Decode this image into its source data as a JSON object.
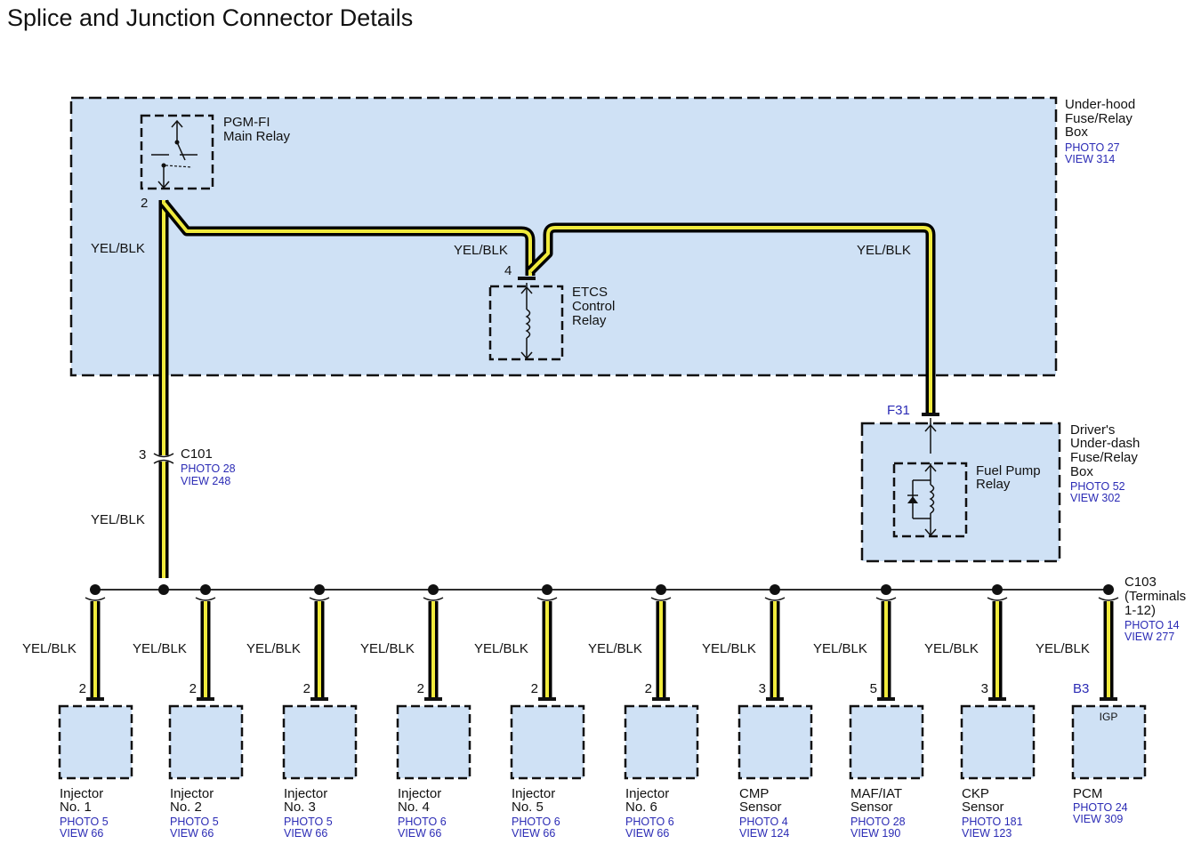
{
  "title": "Splice and Junction Connector Details",
  "colors": {
    "wire_outer": "#000000",
    "wire_fill": "#f0ea3c",
    "box_fill": "#cfe1f5",
    "ref_blue": "#2b2bb5"
  },
  "wire_label": "YEL/BLK",
  "underhood": {
    "name_lines": [
      "Under-hood",
      "Fuse/Relay",
      "Box"
    ],
    "photo": "PHOTO 27",
    "view": "VIEW 314"
  },
  "pgmfi": {
    "name_lines": [
      "PGM-FI",
      "Main Relay"
    ],
    "pin": "2"
  },
  "etcs": {
    "name_lines": [
      "ETCS",
      "Control",
      "Relay"
    ],
    "pin": "4"
  },
  "c101": {
    "name": "C101",
    "pin": "3",
    "photo": "PHOTO 28",
    "view": "VIEW 248"
  },
  "driver_box": {
    "name_lines": [
      "Driver's",
      "Under-dash",
      "Fuse/Relay",
      "Box"
    ],
    "photo": "PHOTO 52",
    "view": "VIEW 302",
    "fuse": "F31"
  },
  "fuel_pump": {
    "name_lines": [
      "Fuel Pump",
      "Relay"
    ]
  },
  "c103": {
    "name_lines": [
      "C103",
      "(Terminals",
      "1-12)"
    ],
    "photo": "PHOTO 14",
    "view": "VIEW 277"
  },
  "components": [
    {
      "name1": "Injector",
      "name2": "No. 1",
      "photo": "PHOTO 5",
      "view": "VIEW 66",
      "pin": "2"
    },
    {
      "name1": "Injector",
      "name2": "No. 2",
      "photo": "PHOTO 5",
      "view": "VIEW 66",
      "pin": "2"
    },
    {
      "name1": "Injector",
      "name2": "No. 3",
      "photo": "PHOTO 5",
      "view": "VIEW 66",
      "pin": "2"
    },
    {
      "name1": "Injector",
      "name2": "No. 4",
      "photo": "PHOTO 6",
      "view": "VIEW 66",
      "pin": "2"
    },
    {
      "name1": "Injector",
      "name2": "No. 5",
      "photo": "PHOTO 6",
      "view": "VIEW 66",
      "pin": "2"
    },
    {
      "name1": "Injector",
      "name2": "No. 6",
      "photo": "PHOTO 6",
      "view": "VIEW 66",
      "pin": "2"
    },
    {
      "name1": "CMP",
      "name2": "Sensor",
      "photo": "PHOTO 4",
      "view": "VIEW 124",
      "pin": "3"
    },
    {
      "name1": "MAF/IAT",
      "name2": "Sensor",
      "photo": "PHOTO 28",
      "view": "VIEW 190",
      "pin": "5"
    },
    {
      "name1": "CKP",
      "name2": "Sensor",
      "photo": "PHOTO 181",
      "view": "VIEW 123",
      "pin": "3"
    },
    {
      "name1": "PCM",
      "name2": "",
      "photo": "PHOTO 24",
      "view": "VIEW 309",
      "pin": "B3",
      "inner": "IGP"
    }
  ]
}
